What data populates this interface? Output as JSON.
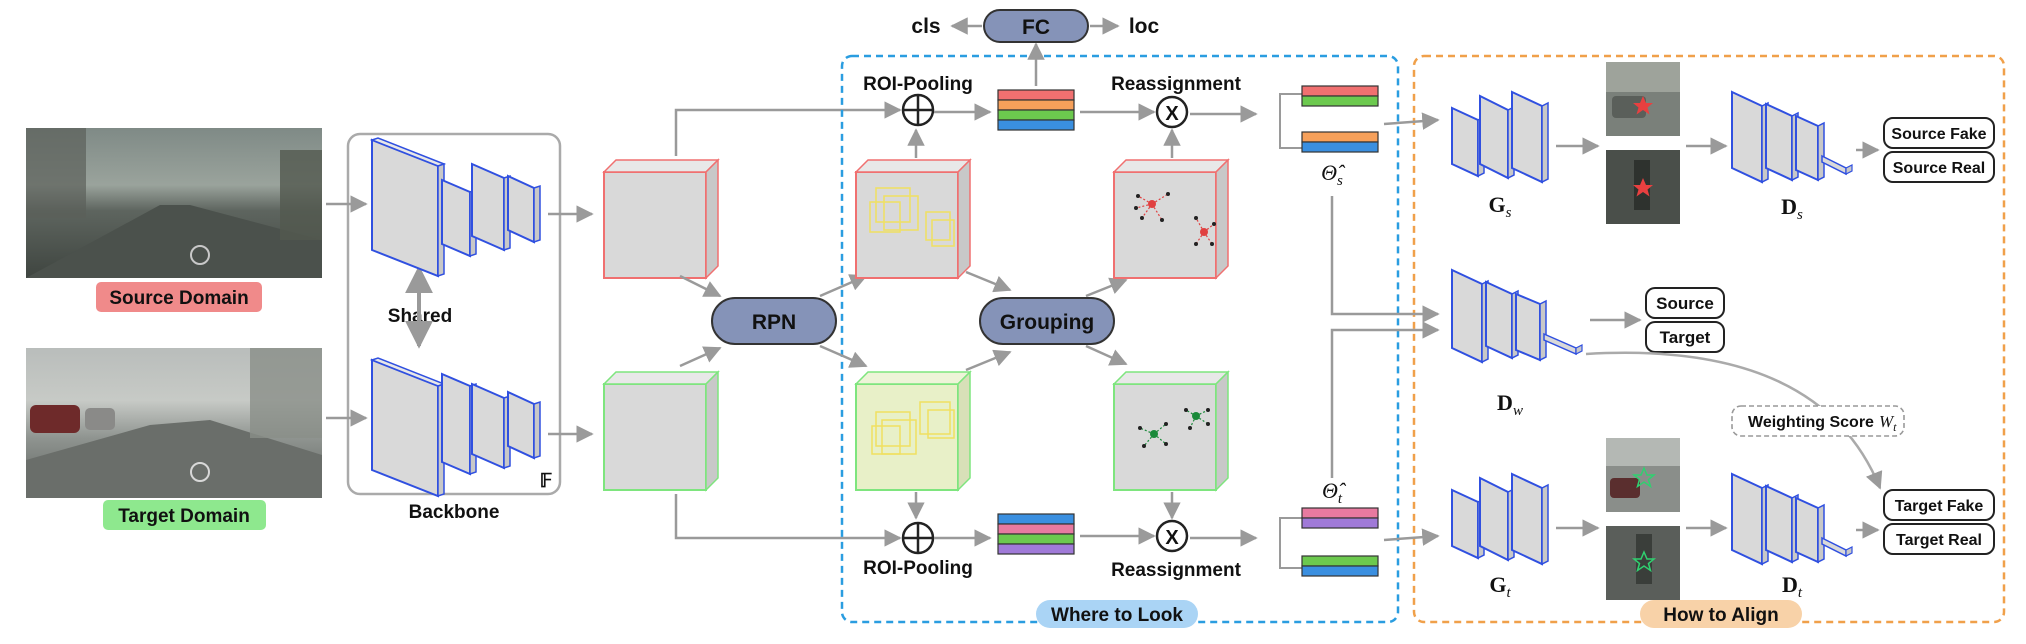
{
  "diagram": {
    "input": {
      "source_label": "Source Domain",
      "target_label": "Target Domain",
      "source_color": "#f08a8a",
      "target_color": "#8ee88e"
    },
    "backbone": {
      "shared_label": "Shared",
      "backbone_label": "Backbone",
      "symbol": "𝔽"
    },
    "rpn_label": "RPN",
    "grouping_label": "Grouping",
    "fc_label": "FC",
    "cls_label": "cls",
    "loc_label": "loc",
    "roi_pooling_top": "ROI-Pooling",
    "roi_pooling_bottom": "ROI-Pooling",
    "reassignment_top": "Reassignment",
    "reassignment_bottom": "Reassignment",
    "reassign_symbol": "X",
    "theta_s": "Θ̂",
    "theta_s_sub": "s",
    "theta_t": "Θ̂",
    "theta_t_sub": "t",
    "where_to_look": "Where to Look",
    "how_to_align": "How to Align",
    "where_color": "#2a9de0",
    "how_color": "#f0a04a",
    "gen_s": "G",
    "gen_s_sub": "s",
    "gen_t": "G",
    "gen_t_sub": "t",
    "disc_s": "D",
    "disc_s_sub": "s",
    "disc_t": "D",
    "disc_t_sub": "t",
    "disc_w": "D",
    "disc_w_sub": "w",
    "source_fake": "Source Fake",
    "source_real": "Source Real",
    "target_fake": "Target Fake",
    "target_real": "Target Real",
    "source_out": "Source",
    "target_out": "Target",
    "weighting_score": "Weighting Score",
    "weighting_symbol": "W",
    "weighting_sub": "t",
    "feature_colors": {
      "red": "#f07070",
      "orange": "#f6a05a",
      "green": "#6cc94e",
      "blue": "#3a8fe0",
      "purple": "#a07ad8",
      "pink": "#e87aa0"
    },
    "node_color": "#8593b8",
    "layer_edge_color": "#3050e0"
  }
}
